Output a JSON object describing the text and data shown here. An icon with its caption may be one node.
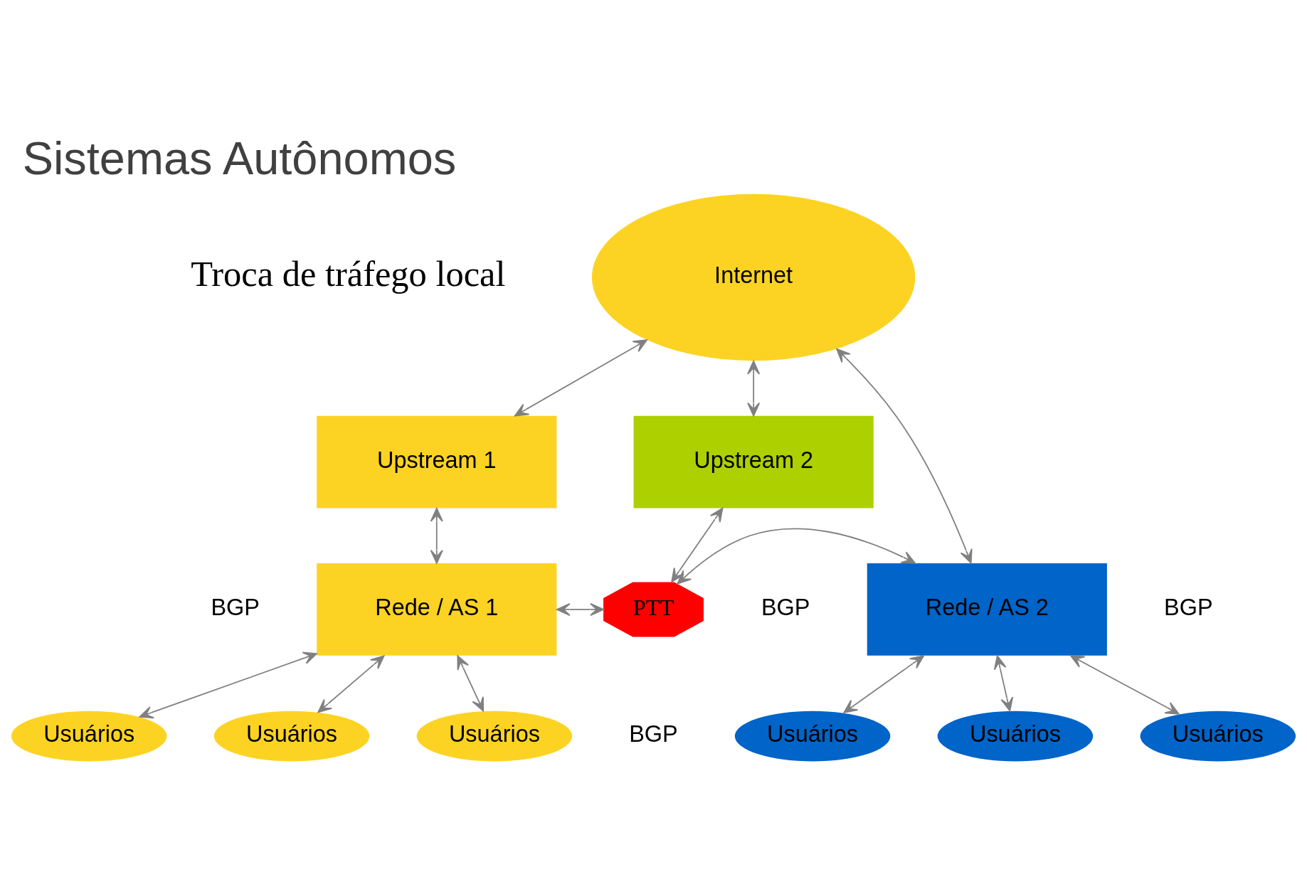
{
  "diagram": {
    "title": "Sistemas Autônomos",
    "nodes": [
      {
        "text": [
          "Internet"
        ]
      },
      {
        "text": [
          "Upstream 1"
        ]
      },
      {
        "text": [
          "Upstream 2"
        ]
      },
      {
        "text": [
          "Rede / AS 1"
        ]
      },
      {
        "text": [
          "PTT"
        ]
      },
      {
        "text": [
          "Rede / AS 2"
        ]
      },
      {
        "text": [
          "Usuários"
        ]
      },
      {
        "text": [
          "Usuários"
        ]
      },
      {
        "text": [
          "Usuários"
        ]
      },
      {
        "text": [
          "Usuários"
        ]
      },
      {
        "text": [
          "Usuários"
        ]
      },
      {
        "text": [
          "Usuários"
        ]
      }
    ],
    "edges": [
      {
        "from": 0,
        "to": 1,
        "arrow": "both"
      },
      {
        "from": 0,
        "to": 2,
        "arrow": "both"
      },
      {
        "from": 1,
        "to": 3,
        "arrow": "both"
      },
      {
        "from": 2,
        "to": 4,
        "arrow": "both"
      },
      {
        "from": 3,
        "to": 4,
        "arrow": "both"
      },
      {
        "from": 4,
        "to": 5,
        "arrow": "both"
      },
      {
        "from": 0,
        "to": 5,
        "arrow": "both"
      },
      {
        "from": 3,
        "to": 6,
        "arrow": "both"
      },
      {
        "from": 3,
        "to": 7,
        "arrow": "both"
      },
      {
        "from": 3,
        "to": 8,
        "arrow": "both"
      },
      {
        "from": 5,
        "to": 9,
        "arrow": "both"
      },
      {
        "from": 5,
        "to": 10,
        "arrow": "both"
      },
      {
        "from": 5,
        "to": 11,
        "arrow": "both"
      }
    ],
    "labels": [
      "Troca de tráfego local",
      "BGP",
      "BGP",
      "BGP",
      "BGP"
    ]
  }
}
